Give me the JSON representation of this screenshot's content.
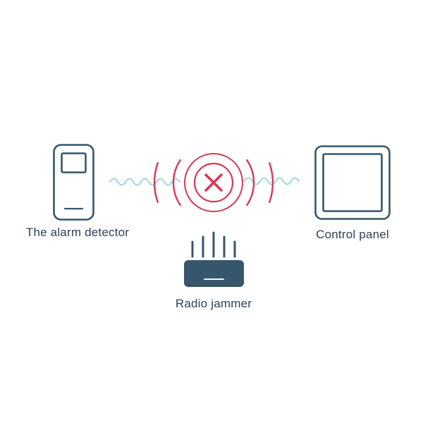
{
  "diagram": {
    "labels": {
      "alarm_detector": "The alarm detector",
      "control_panel": "Control panel",
      "radio_jammer": "Radio jammer"
    }
  },
  "colors": {
    "dark": "#35566b",
    "red": "#d63a54",
    "wave": "#8ed4da",
    "text": "#2c4257",
    "background": "#ffffff"
  }
}
